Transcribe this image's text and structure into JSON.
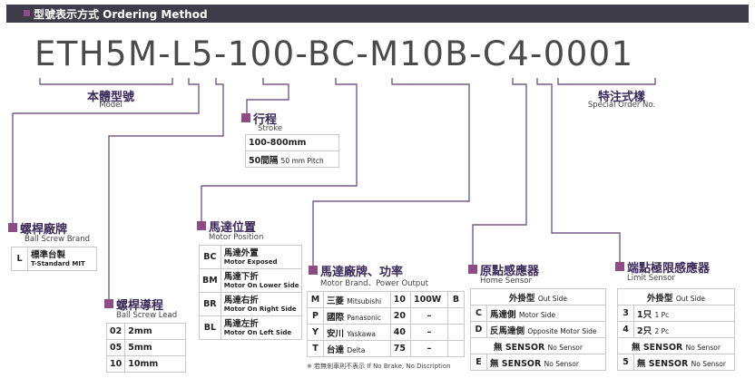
{
  "header": {
    "title": "型號表示方式  Ordering Method"
  },
  "code": {
    "text": "ETH5M-L5-100-BC-M10B-C4-0001"
  },
  "model": {
    "title": "本體型號",
    "sub": "Model"
  },
  "special": {
    "title": "特注式樣",
    "sub": "Special Order No."
  },
  "stroke": {
    "title": "行程",
    "sub": "Stroke",
    "rows": [
      {
        "label": "100-800mm",
        "desc": ""
      },
      {
        "label": "50間隔",
        "desc": "50 mm Pitch"
      }
    ]
  },
  "brand": {
    "title": "螺桿廠牌",
    "sub": "Ball Screw Brand",
    "rows": [
      {
        "code": "L",
        "name": "標準台製",
        "en": "T-Standard MIT"
      }
    ]
  },
  "lead": {
    "title": "螺桿導程",
    "sub": "Ball Screw Lead",
    "rows": [
      {
        "code": "02",
        "val": "2mm"
      },
      {
        "code": "05",
        "val": "5mm"
      },
      {
        "code": "10",
        "val": "10mm"
      }
    ]
  },
  "motorpos": {
    "title": "馬達位置",
    "sub": "Motor Position",
    "rows": [
      {
        "code": "BC",
        "name": "馬達外置",
        "en": "Motor Exposed"
      },
      {
        "code": "BM",
        "name": "馬達下折",
        "en": "Motor On Lower Side"
      },
      {
        "code": "BR",
        "name": "馬達右折",
        "en": "Motor On Right Side"
      },
      {
        "code": "BL",
        "name": "馬達左折",
        "en": "Motor On Left Side"
      }
    ]
  },
  "motorbrand": {
    "title": "馬達廠牌、功率",
    "sub": "Motor Brand、Power Output",
    "rows": [
      {
        "code": "M",
        "name": "三菱",
        "en": "Mitsubishi",
        "num": "10",
        "power": "100W",
        "brake": "B"
      },
      {
        "code": "P",
        "name": "國際",
        "en": "Panasonic",
        "num": "20",
        "power": "–",
        "brake": ""
      },
      {
        "code": "Y",
        "name": "安川",
        "en": "Yaskawa",
        "num": "40",
        "power": "–",
        "brake": ""
      },
      {
        "code": "T",
        "name": "台達",
        "en": "Delta",
        "num": "75",
        "power": "–",
        "brake": ""
      }
    ],
    "note": "※ 若無剎車則不表示 If No Brake, No Discription"
  },
  "home": {
    "title": "原點感應器",
    "sub": "Home Sensor",
    "head": {
      "name": "外掛型",
      "en": "Out Side"
    },
    "rows": [
      {
        "code": "C",
        "name": "馬達側",
        "en": "Motor Side"
      },
      {
        "code": "D",
        "name": "反馬達側",
        "en": "Opposite Motor Side"
      }
    ],
    "none": {
      "name": "無 SENSOR",
      "en": "No Sensor"
    },
    "rowE": {
      "code": "E",
      "name": "無 SENSOR",
      "en": "No Sensor"
    }
  },
  "limit": {
    "title": "端點極限感應器",
    "sub": "Limit Sensor",
    "head": {
      "name": "外掛型",
      "en": "Out Side"
    },
    "rows": [
      {
        "code": "3",
        "name": "1只",
        "en": "1 Pc"
      },
      {
        "code": "4",
        "name": "2只",
        "en": "2 Pc"
      }
    ],
    "none": {
      "name": "無 SENSOR",
      "en": "No Sensor"
    },
    "row5": {
      "code": "5",
      "name": "無 SENSOR",
      "en": "No Sensor"
    }
  },
  "colors": {
    "header_bg": "#3f3c4a",
    "accent": "#8d4c84",
    "line": "#7a5a8a",
    "title": "#3b2a59"
  }
}
